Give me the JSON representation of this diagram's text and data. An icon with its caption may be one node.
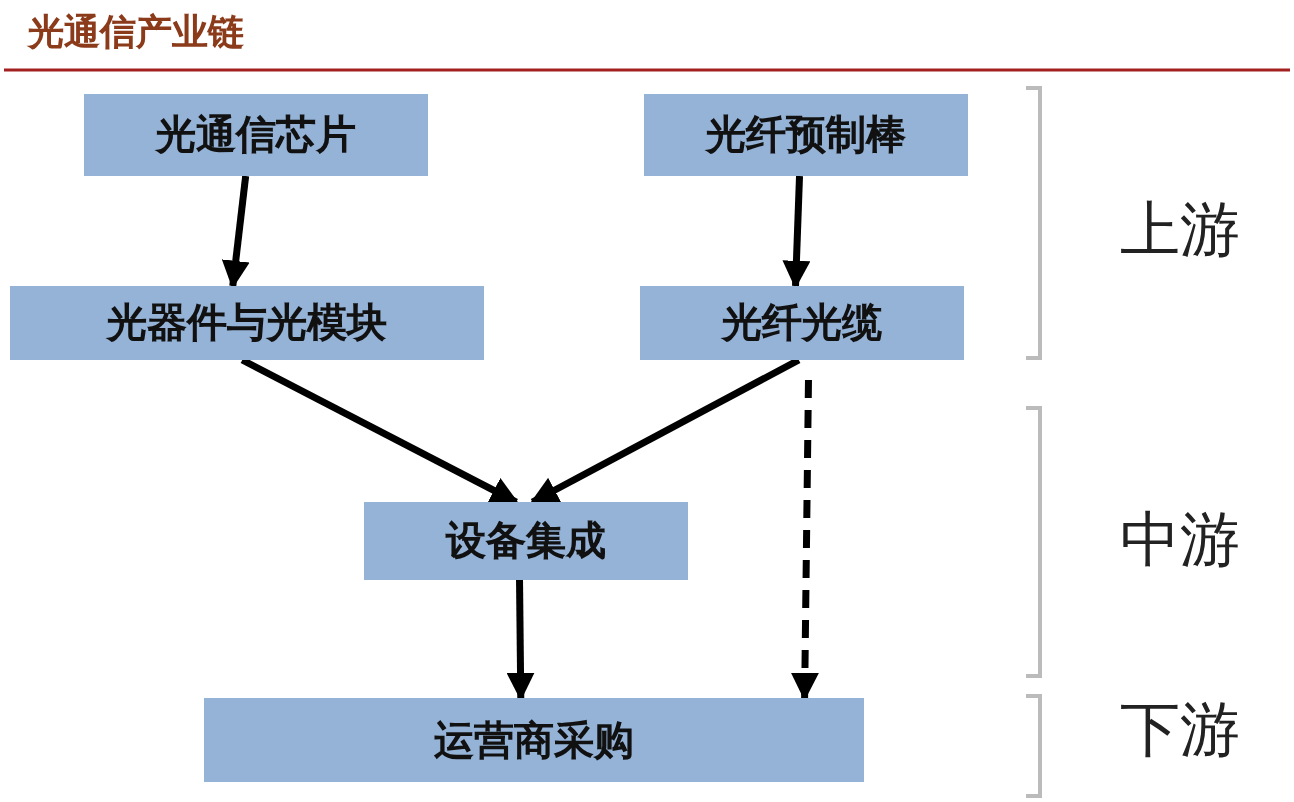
{
  "diagram": {
    "title": "光通信产业链",
    "nodes": [
      {
        "text": [
          "光通信芯片"
        ]
      },
      {
        "text": [
          "光纤预制棒"
        ]
      },
      {
        "text": [
          "光器件与光模块"
        ]
      },
      {
        "text": [
          "光纤光缆"
        ]
      },
      {
        "text": [
          "设备集成"
        ]
      },
      {
        "text": [
          "运营商采购"
        ]
      }
    ],
    "edges": [
      {
        "from": 0,
        "to": 2,
        "arrow": "to"
      },
      {
        "from": 1,
        "to": 3,
        "arrow": "to"
      },
      {
        "from": 2,
        "to": 4,
        "arrow": "to"
      },
      {
        "from": 3,
        "to": 4,
        "arrow": "to"
      },
      {
        "from": 3,
        "to": 5,
        "arrow": "to",
        "style": "dashed"
      },
      {
        "from": 4,
        "to": 5,
        "arrow": "to"
      }
    ],
    "labels": [
      "上游",
      "中游",
      "下游"
    ]
  }
}
